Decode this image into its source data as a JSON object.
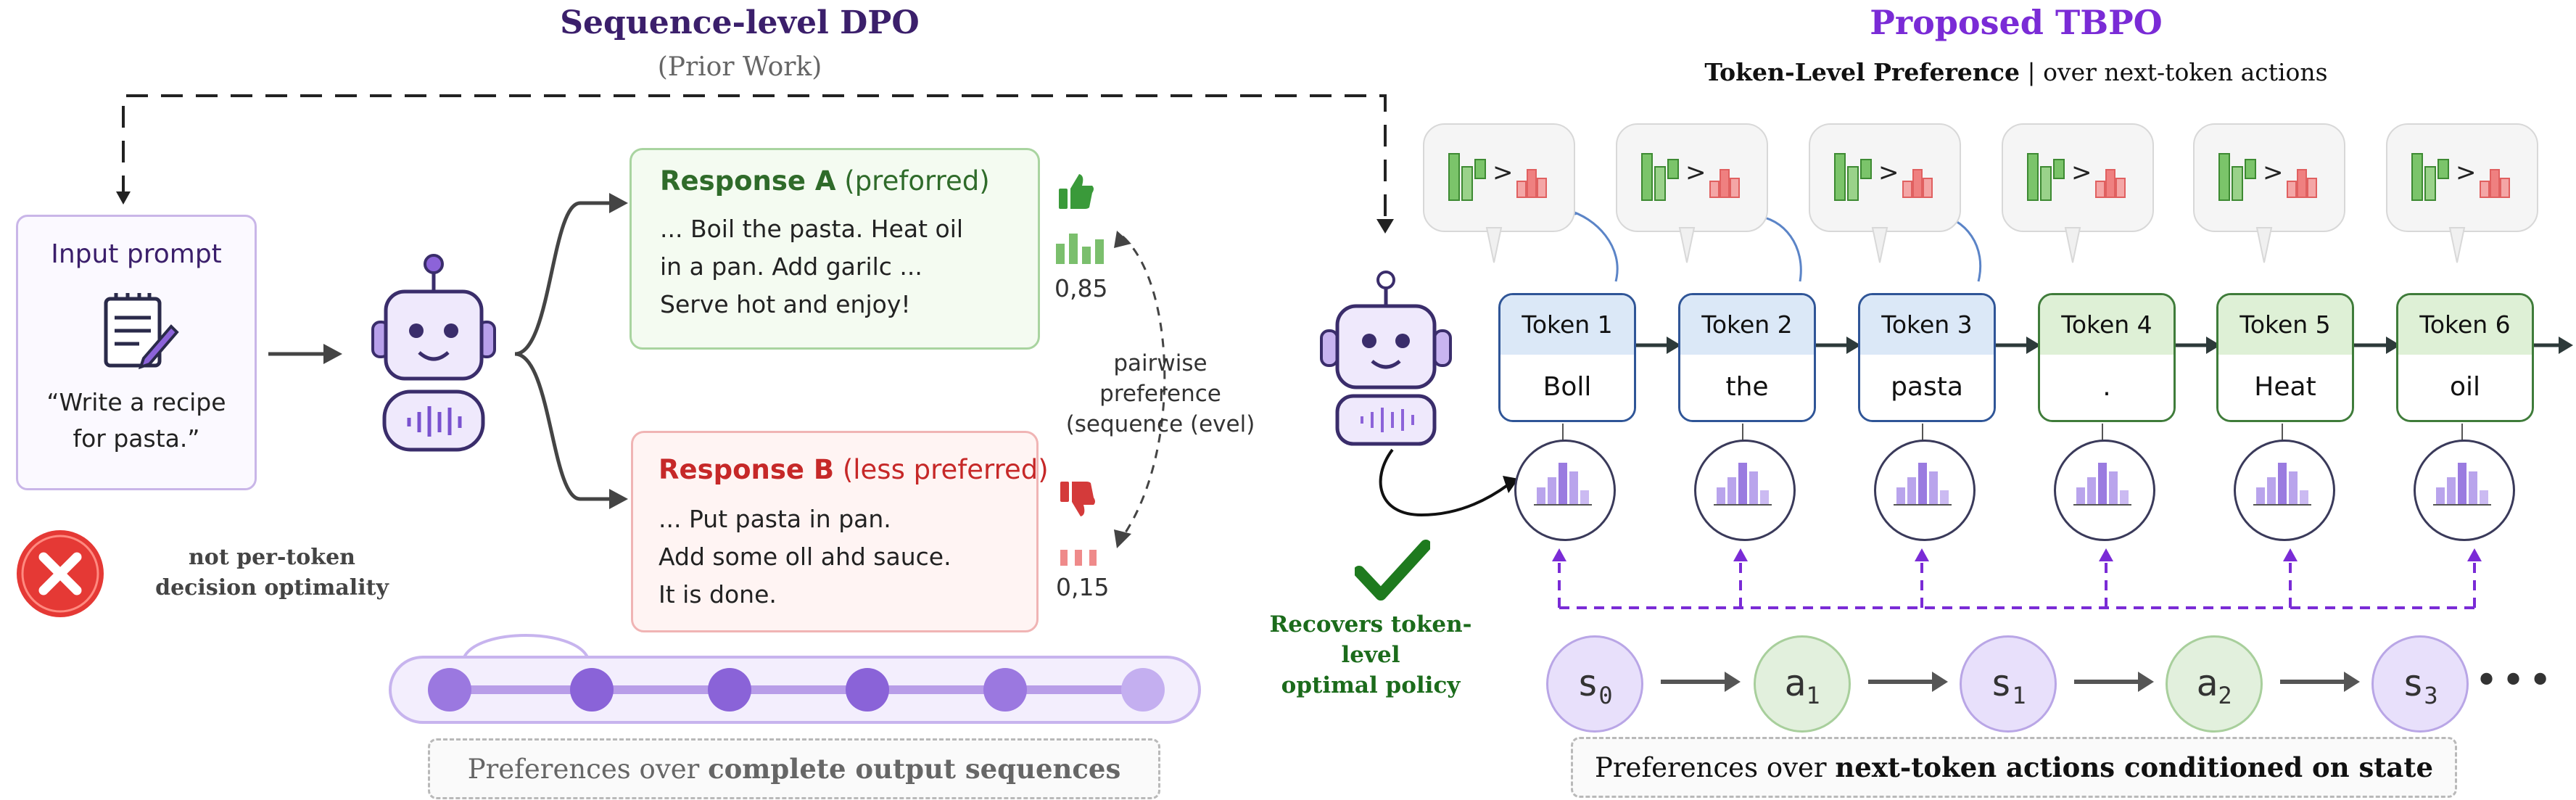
{
  "left": {
    "title": "Sequence-level DPO",
    "subtitle": "(Prior Work)",
    "input_prompt": {
      "title": "Input prompt",
      "text": "“Write a recipe for pasta.”"
    },
    "response_a": {
      "label": "Response A",
      "qualifier": "(preforred)",
      "lines": [
        "... Boil the pasta. Heat oil",
        "in a pan. Add garilc ...",
        "Serve hot and enjoy!"
      ],
      "score": "0,85"
    },
    "response_b": {
      "label": "Response B",
      "qualifier": "(less preferred)",
      "lines": [
        "... Put pasta in pan.",
        "Add some oll ahd sauce.",
        "It is done."
      ],
      "score": "0,15"
    },
    "pairwise_label": [
      "pairwise",
      "preference",
      "(sequence (evel)"
    ],
    "not_per_token": [
      "not per-token",
      "decision optimality"
    ],
    "caption_plain": "Preferences over ",
    "caption_bold": "complete output sequences"
  },
  "right": {
    "title": "Proposed TBPO",
    "subtitle_bold": "Token-Level Preference",
    "subtitle_rest": " | over next-token actions",
    "tokens": [
      {
        "label": "Token 1",
        "word": "Boll",
        "style": "blue"
      },
      {
        "label": "Token 2",
        "word": "the",
        "style": "blue"
      },
      {
        "label": "Token 3",
        "word": "pasta",
        "style": "blue"
      },
      {
        "label": "Token 4",
        "word": ".",
        "style": "green"
      },
      {
        "label": "Token 5",
        "word": "Heat",
        "style": "green"
      },
      {
        "label": "Token 6",
        "word": "oil",
        "style": "green"
      }
    ],
    "comparison_symbol": ">",
    "recovers": [
      "Recovers token-level",
      "optimal policy"
    ],
    "states": [
      {
        "base": "s",
        "sub": "0",
        "kind": "s"
      },
      {
        "base": "a",
        "sub": "1",
        "kind": "a"
      },
      {
        "base": "s",
        "sub": "1",
        "kind": "s"
      },
      {
        "base": "a",
        "sub": "2",
        "kind": "a"
      },
      {
        "base": "s",
        "sub": "3",
        "kind": "s"
      }
    ],
    "ellipsis": "•••",
    "caption_plain": "Preferences over ",
    "caption_bold": "next-token actions conditioned on state"
  },
  "colors": {
    "purple_dark": "#3b1f6b",
    "purple_accent": "#7a2bd6",
    "green_good": "#2f6b2a",
    "red_bad": "#c62828",
    "token_blue": "#2f5597",
    "token_green": "#3f7c3a"
  },
  "icons": [
    "robot-icon",
    "document-pen-icon",
    "thumbs-up-icon",
    "thumbs-down-icon",
    "error-x-icon",
    "checkmark-icon",
    "bar-histogram-icon"
  ]
}
